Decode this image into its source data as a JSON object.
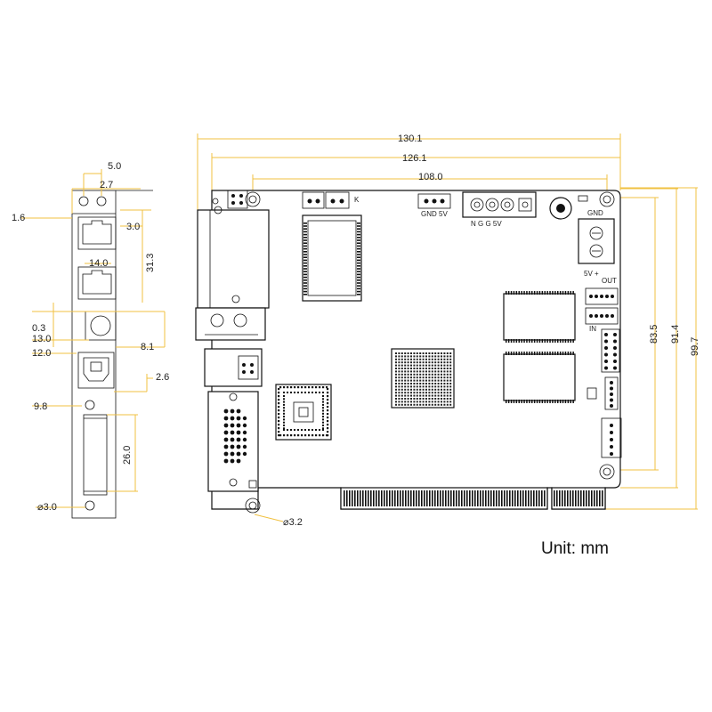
{
  "unit": "Unit: mm",
  "board_dims": {
    "width_total": "130.1",
    "width_mid": "126.1",
    "width_holes": "108.0",
    "height_holes": "83.5",
    "height_board": "91.4",
    "height_total": "99.7",
    "hole_dia": "⌀3.2"
  },
  "side_dims": {
    "d5_0": "5.0",
    "d2_7": "2.7",
    "d1_6": "1.6",
    "d3_0": "3.0",
    "d14_0": "14.0",
    "d31_3": "31.3",
    "d0_3": "0.3",
    "d13_0": "13.0",
    "d8_1": "8.1",
    "d12_0": "12.0",
    "d2_6": "2.6",
    "d9_8": "9.8",
    "d26_0": "26.0",
    "d_hole": "⌀3.0"
  },
  "silk": {
    "gnd_5v": "GND  5V",
    "power_pins": "N    G    G    5V",
    "gnd_right": "GND",
    "out_5v": "5V  +",
    "out": "OUT",
    "in": "IN",
    "k": "K"
  }
}
